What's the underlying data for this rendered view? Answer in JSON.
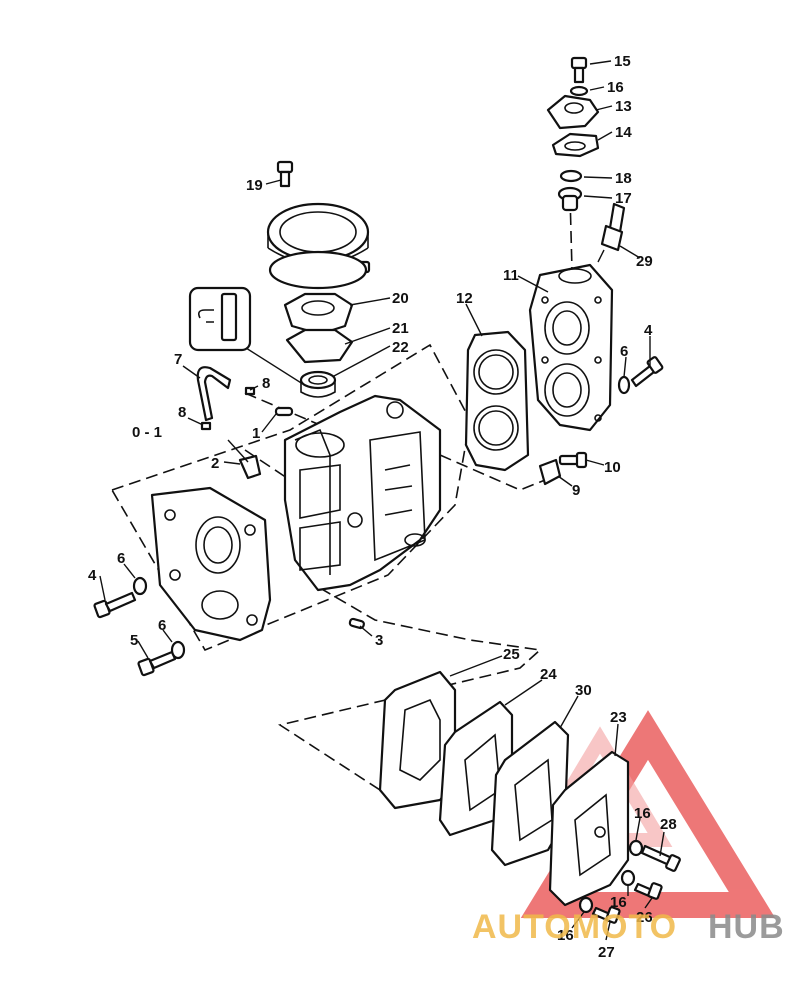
{
  "callouts": {
    "c15": "15",
    "c16a": "16",
    "c13": "13",
    "c14": "14",
    "c18": "18",
    "c17": "17",
    "c19": "19",
    "c29": "29",
    "c11": "11",
    "c12": "12",
    "c20": "20",
    "c21": "21",
    "c22": "22",
    "c4a": "4",
    "c6a": "6",
    "c7": "7",
    "c8a": "8",
    "c8b": "8",
    "c1": "1",
    "c01": "0 - 1",
    "c2": "2",
    "c10": "10",
    "c9": "9",
    "c4b": "4",
    "c6b": "6",
    "c5": "5",
    "c6c": "6",
    "c3": "3",
    "c25": "25",
    "c24": "24",
    "c30": "30",
    "c23": "23",
    "c16b": "16",
    "c28": "28",
    "c16c": "16",
    "c26": "26",
    "c16d": "16",
    "c27": "27"
  },
  "watermark": {
    "brand_part1": "AUTOMOTO",
    "brand_part2": "HUB",
    "color_part1": "#f0b94a",
    "color_part2": "#8a8a8a",
    "triangle_color": "#e84a4a"
  }
}
